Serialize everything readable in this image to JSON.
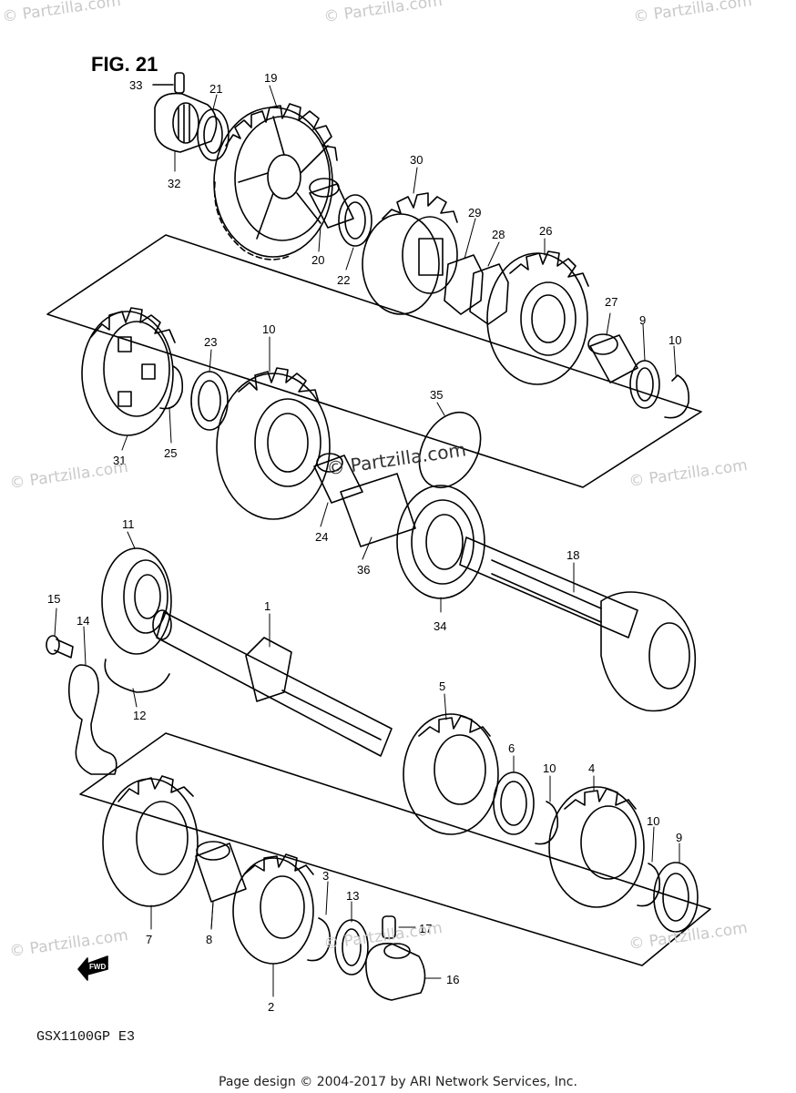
{
  "figure": {
    "title": "FIG. 21",
    "model": "GSX1100GP  E3"
  },
  "footer": "Page design © 2004-2017 by ARI Network Services, Inc.",
  "watermarks": {
    "text": "© Partzilla.com",
    "center_text": "© Partzilla.com"
  },
  "fwd_label": "FWD",
  "callouts": [
    "33",
    "21",
    "19",
    "32",
    "20",
    "22",
    "30",
    "29",
    "28",
    "26",
    "27",
    "9",
    "10",
    "31",
    "25",
    "23",
    "10",
    "35",
    "24",
    "36",
    "11",
    "18",
    "15",
    "14",
    "1",
    "12",
    "34",
    "5",
    "6",
    "10",
    "4",
    "10",
    "9",
    "7",
    "8",
    "3",
    "13",
    "17",
    "16",
    "2"
  ],
  "colors": {
    "ink": "#000000",
    "watermark": "#c9c9c9"
  }
}
